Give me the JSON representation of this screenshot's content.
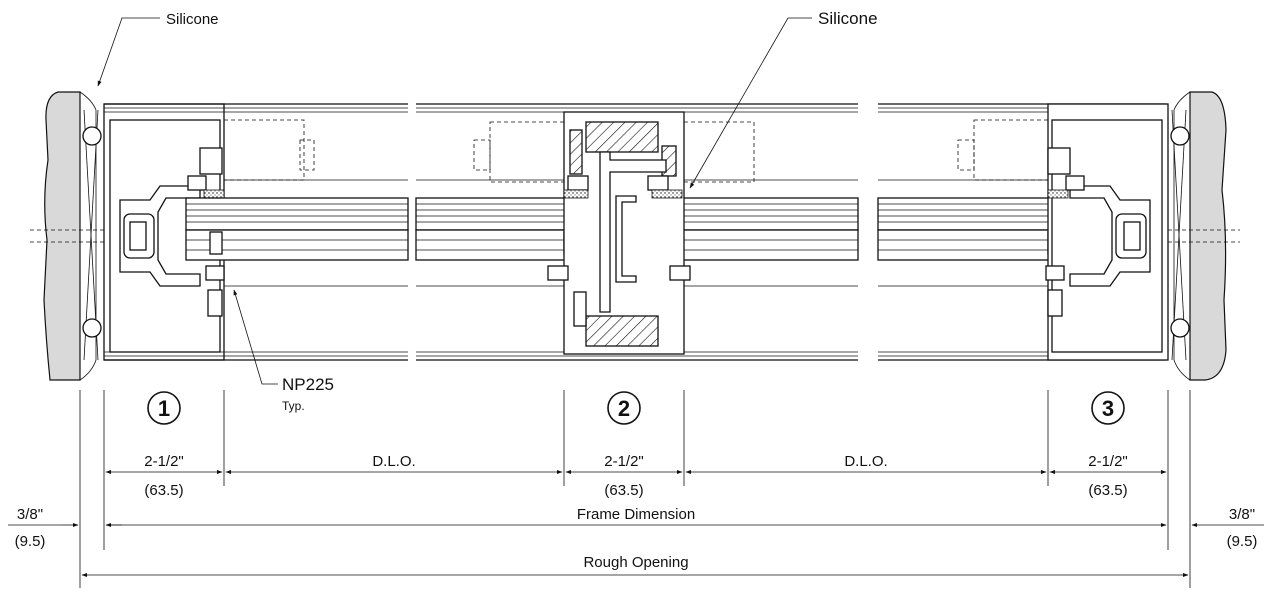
{
  "callouts": {
    "silicone_left": "Silicone",
    "silicone_right": "Silicone",
    "gasket": "NP225",
    "gasket_note": "Typ."
  },
  "markers": [
    "1",
    "2",
    "3"
  ],
  "dimensions": {
    "mullion_1": {
      "imperial": "2-1/2\"",
      "metric": "(63.5)"
    },
    "mullion_2": {
      "imperial": "2-1/2\"",
      "metric": "(63.5)"
    },
    "mullion_3": {
      "imperial": "2-1/2\"",
      "metric": "(63.5)"
    },
    "dlo_1": "D.L.O.",
    "dlo_2": "D.L.O.",
    "frame": "Frame Dimension",
    "rough": "Rough Opening",
    "shim_left": {
      "imperial": "3/8\"",
      "metric": "(9.5)"
    },
    "shim_right": {
      "imperial": "3/8\"",
      "metric": "(9.5)"
    }
  }
}
